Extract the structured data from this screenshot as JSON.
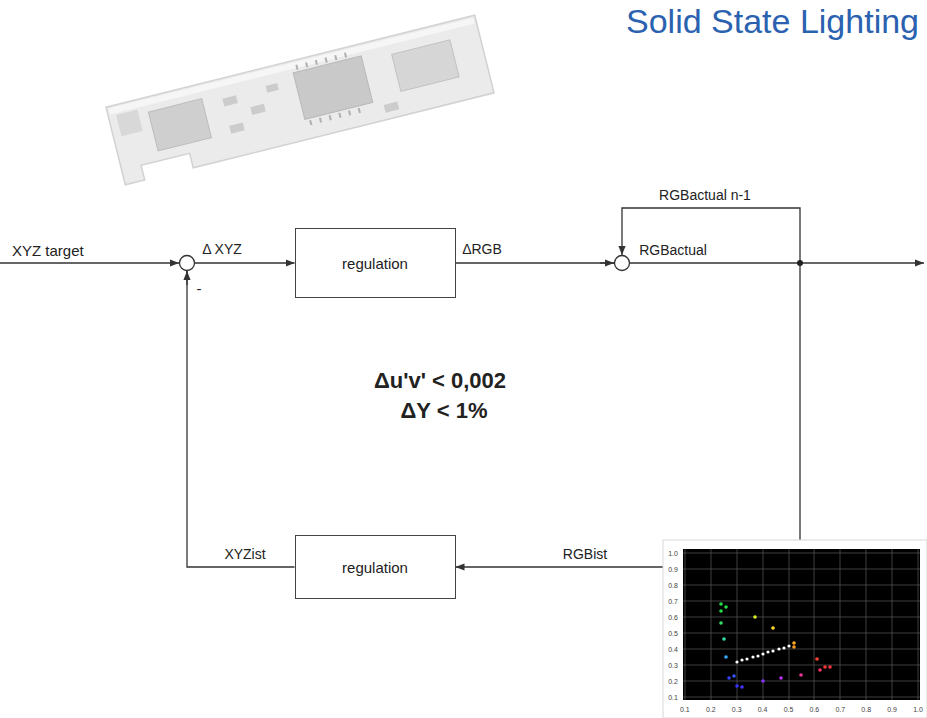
{
  "diagram": {
    "title": "Solid State Lighting",
    "nodes": [
      {
        "text": [
          "regulation"
        ]
      },
      {
        "text": [
          "regulation"
        ]
      }
    ],
    "edges": [
      {
        "from": 0,
        "to": 1,
        "arrow": "to"
      },
      {
        "from": 1,
        "to": 0,
        "arrow": "to"
      }
    ],
    "labels": [
      "XYZ target",
      "Δ XYZ",
      "-",
      "ΔRGB",
      "RGBactual n-1",
      "RGBactual",
      "Δu'v' < 0,002",
      "ΔY < 1%",
      "XYZist",
      "RGBist",
      "1.0",
      "0.9",
      "0.8",
      "0.7",
      "0.6",
      "0.5",
      "0.4",
      "0.3",
      "0.2",
      "0.1",
      "0.1",
      "0.2",
      "0.3",
      "0.4",
      "0.5",
      "0.6",
      "0.7",
      "0.8",
      "0.9",
      "1.0"
    ]
  }
}
